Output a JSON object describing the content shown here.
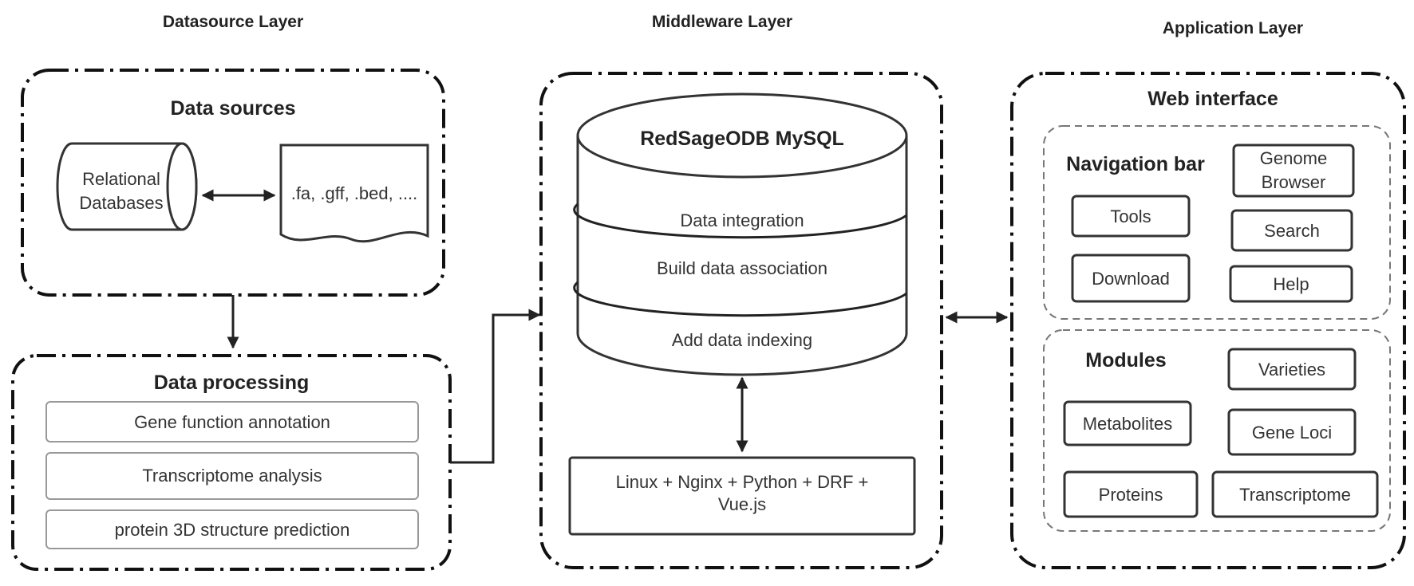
{
  "layers": {
    "datasource": "Datasource Layer",
    "middleware": "Middleware Layer",
    "application": "Application Layer"
  },
  "datasource": {
    "title": "Data sources",
    "db_line1": "Relational",
    "db_line2": "Databases",
    "files": ".fa, .gff, .bed, ...."
  },
  "processing": {
    "title": "Data processing",
    "items": [
      "Gene function annotation",
      "Transcriptome analysis",
      "protein 3D structure prediction"
    ]
  },
  "middleware": {
    "db_title": "RedSageODB MySQL",
    "steps": [
      "Data integration",
      "Build data association",
      "Add data indexing"
    ],
    "stack_line1": "Linux + Nginx + Python + DRF +",
    "stack_line2": "Vue.js"
  },
  "application": {
    "title": "Web interface",
    "nav": {
      "title": "Navigation bar",
      "genome_line1": "Genome",
      "genome_line2": "Browser",
      "tools": "Tools",
      "search": "Search",
      "download": "Download",
      "help": "Help"
    },
    "modules": {
      "title": "Modules",
      "varieties": "Varieties",
      "metabolites": "Metabolites",
      "gene_loci": "Gene Loci",
      "proteins": "Proteins",
      "transcriptome": "Transcriptome"
    }
  },
  "colors": {
    "stroke": "#111111",
    "dashed_inner": "#777777",
    "text": "#222222"
  }
}
